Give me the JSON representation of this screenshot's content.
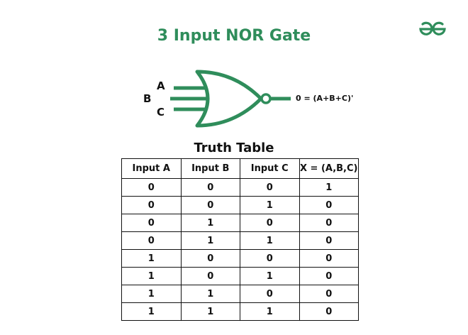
{
  "title": "3 Input NOR Gate",
  "logo": {
    "icon": "geeksforgeeks-logo-icon",
    "color": "#2f8d5b"
  },
  "gate": {
    "inputs": [
      "A",
      "B",
      "C"
    ],
    "output_label": "0 = (A+B+C)'",
    "color": "#2f8d5b"
  },
  "truth_table": {
    "title": "Truth Table",
    "headers": [
      "Input A",
      "Input B",
      "Input C",
      "X = (A,B,C)"
    ],
    "rows": [
      [
        "0",
        "0",
        "0",
        "1"
      ],
      [
        "0",
        "0",
        "1",
        "0"
      ],
      [
        "0",
        "1",
        "0",
        "0"
      ],
      [
        "0",
        "1",
        "1",
        "0"
      ],
      [
        "1",
        "0",
        "0",
        "0"
      ],
      [
        "1",
        "0",
        "1",
        "0"
      ],
      [
        "1",
        "1",
        "0",
        "0"
      ],
      [
        "1",
        "1",
        "1",
        "0"
      ]
    ]
  }
}
